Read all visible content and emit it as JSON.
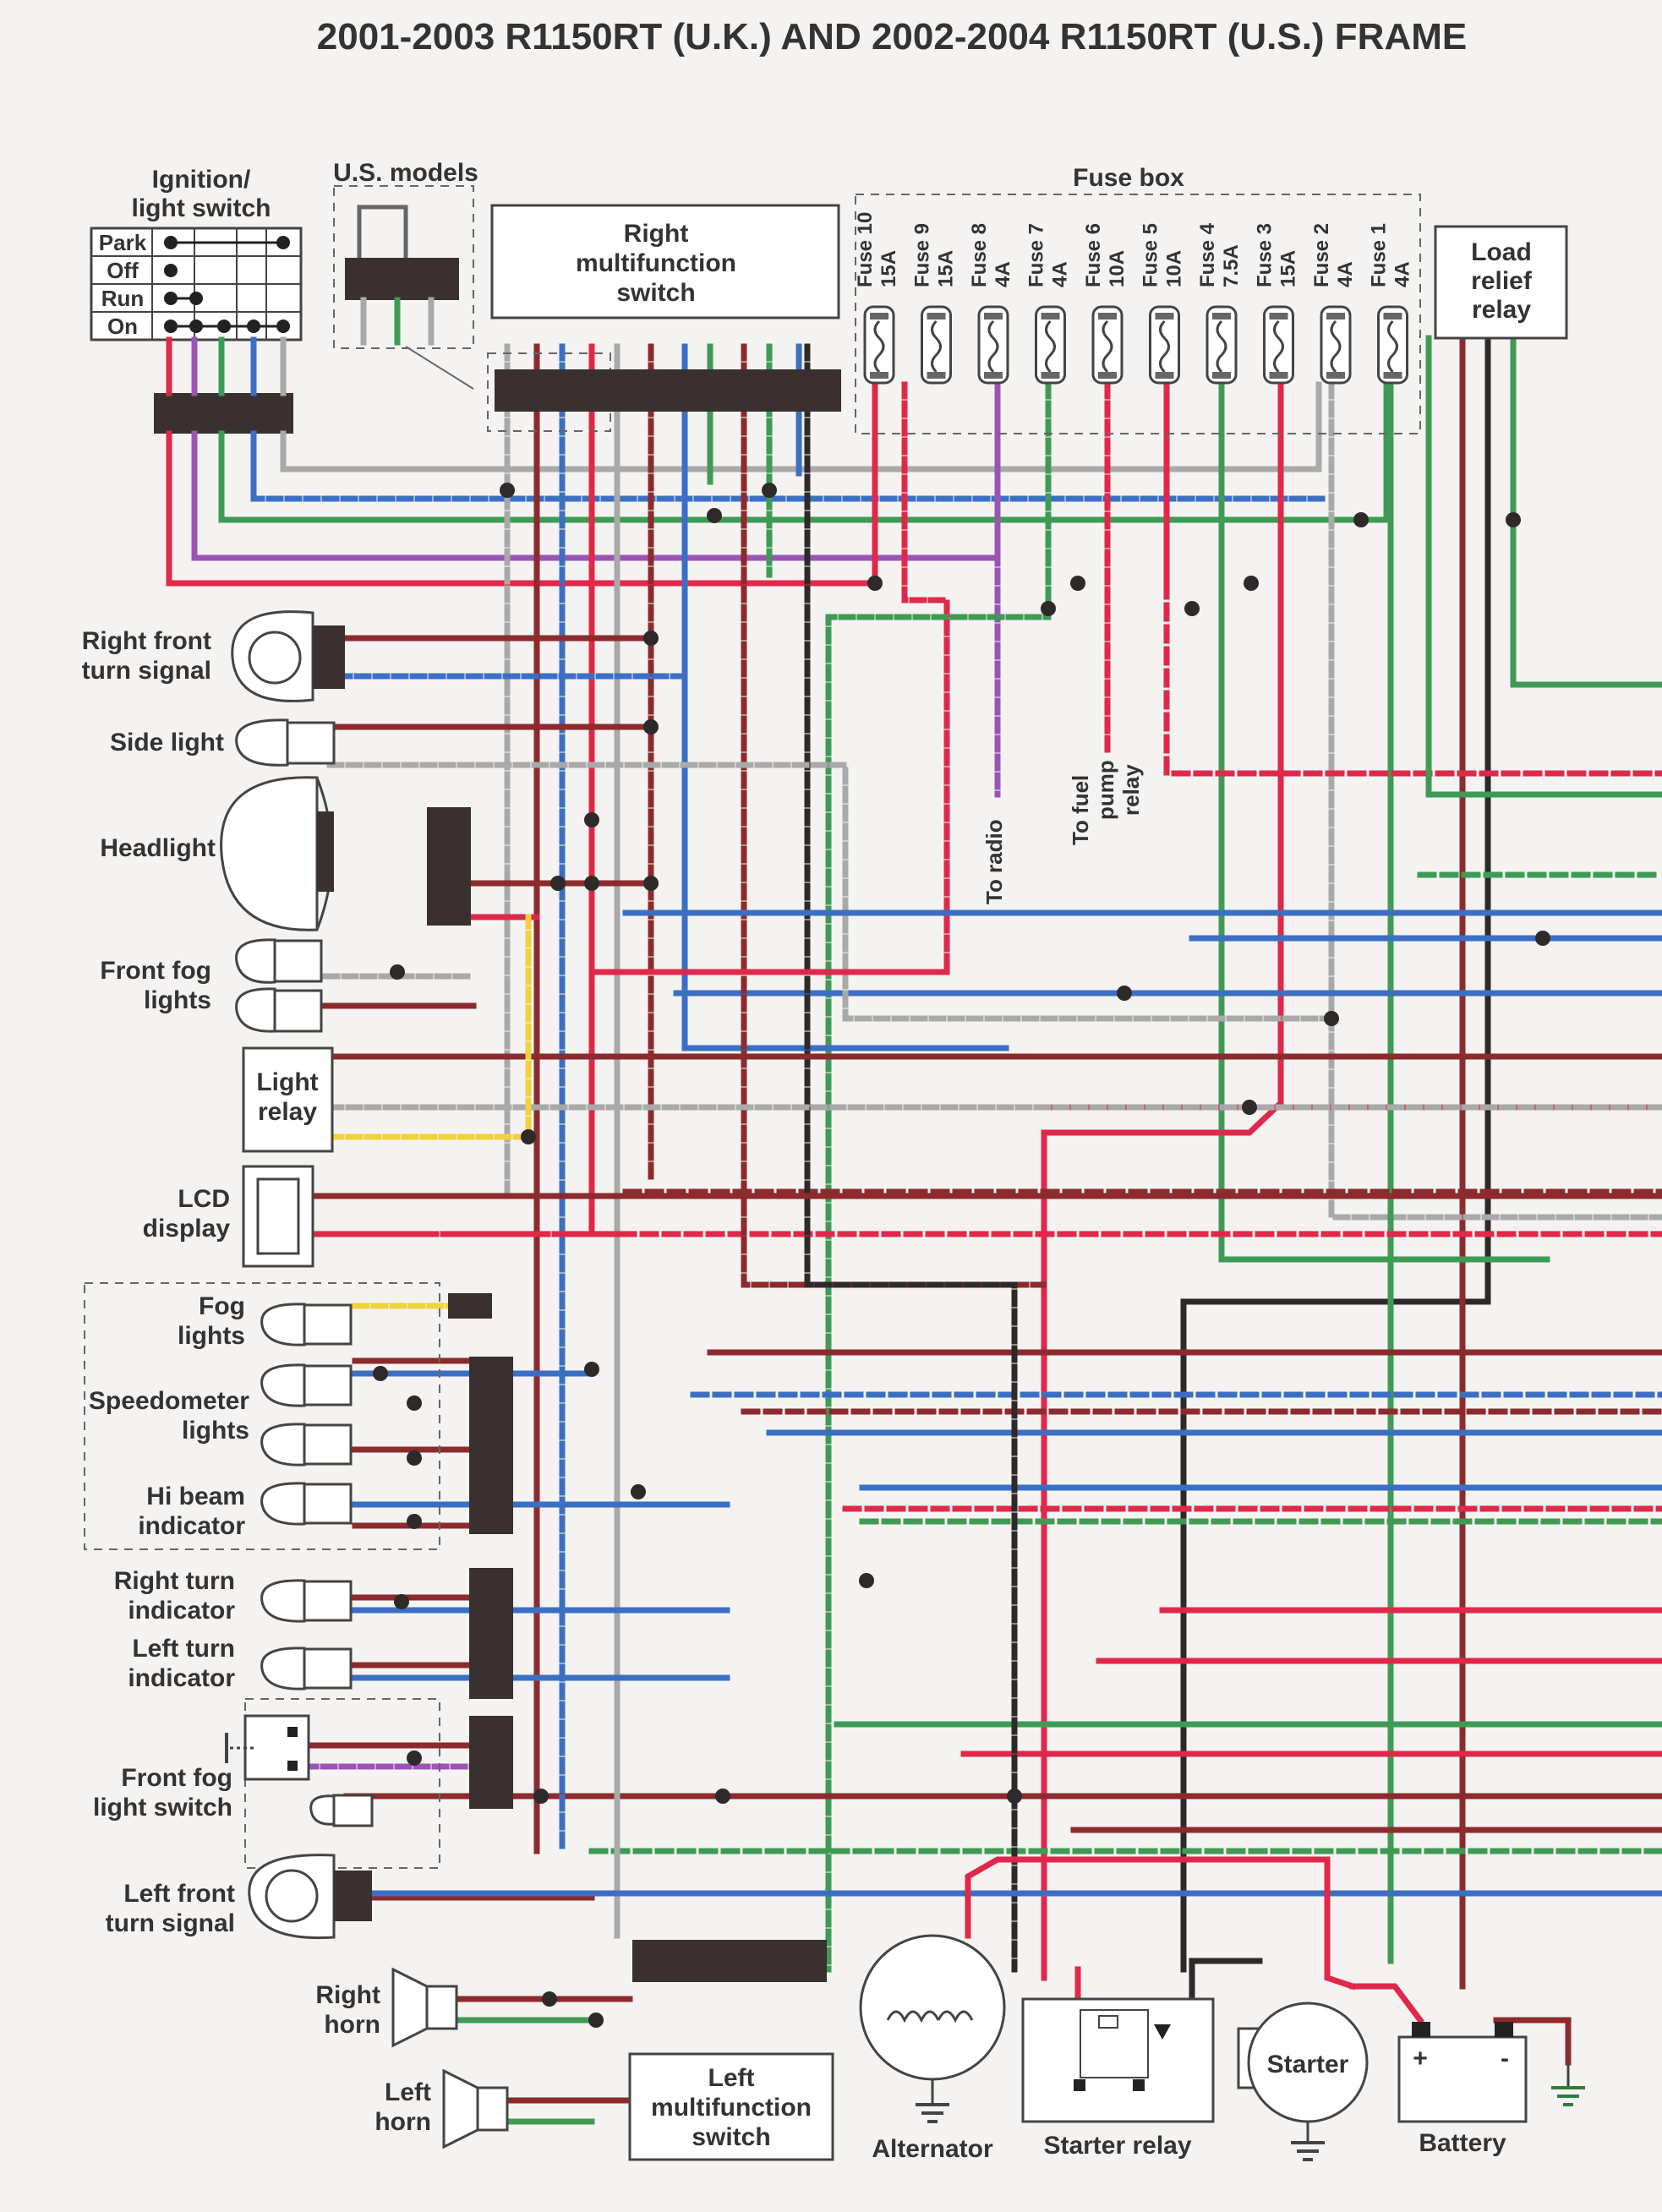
{
  "title": "2001-2003 R1150RT (U.K.) AND 2002-2004 R1150RT (U.S.) FRAME",
  "colors": {
    "red": "#e0284a",
    "brown": "#8c2a2e",
    "blue": "#3b6fc4",
    "green": "#3f9a55",
    "grey": "#a9a9a9",
    "black": "#2e2a2a",
    "purple": "#9a55b4",
    "yellow": "#f2d23a",
    "white": "#ffffff"
  },
  "ignition": {
    "title_line1": "Ignition/",
    "title_line2": "light switch",
    "rows": [
      "Park",
      "Off",
      "Run",
      "On"
    ]
  },
  "us_models": "U.S. models",
  "right_mf_switch": {
    "line1": "Right",
    "line2": "multifunction",
    "line3": "switch"
  },
  "fuse_box": {
    "title": "Fuse box",
    "fuses": [
      {
        "name": "Fuse 10",
        "rating": "15A"
      },
      {
        "name": "Fuse 9",
        "rating": "15A"
      },
      {
        "name": "Fuse 8",
        "rating": "4A"
      },
      {
        "name": "Fuse 7",
        "rating": "4A"
      },
      {
        "name": "Fuse 6",
        "rating": "10A"
      },
      {
        "name": "Fuse 5",
        "rating": "10A"
      },
      {
        "name": "Fuse 4",
        "rating": "7.5A"
      },
      {
        "name": "Fuse 3",
        "rating": "15A"
      },
      {
        "name": "Fuse 2",
        "rating": "4A"
      },
      {
        "name": "Fuse 1",
        "rating": "4A"
      }
    ]
  },
  "load_relief": {
    "line1": "Load",
    "line2": "relief",
    "line3": "relay"
  },
  "to_radio": "To radio",
  "fuel_pump": {
    "line1": "To fuel",
    "line2": "pump",
    "line3": "relay"
  },
  "left_components": {
    "right_front_turn": {
      "line1": "Right front",
      "line2": "turn signal"
    },
    "side_light": "Side light",
    "headlight": "Headlight",
    "front_fog": {
      "line1": "Front fog",
      "line2": "lights"
    },
    "light_relay": {
      "line1": "Light",
      "line2": "relay"
    },
    "lcd": {
      "line1": "LCD",
      "line2": "display"
    },
    "fog_lights": {
      "line1": "Fog",
      "line2": "lights"
    },
    "speedo": {
      "line1": "Speedometer",
      "line2": "lights"
    },
    "hi_beam": {
      "line1": "Hi beam",
      "line2": "indicator"
    },
    "right_turn_ind": {
      "line1": "Right turn",
      "line2": "indicator"
    },
    "left_turn_ind": {
      "line1": "Left turn",
      "line2": "indicator"
    },
    "fog_switch": {
      "line1": "Front fog",
      "line2": "light switch"
    },
    "left_front_turn": {
      "line1": "Left front",
      "line2": "turn signal"
    },
    "right_horn": {
      "line1": "Right",
      "line2": "horn"
    },
    "left_horn": {
      "line1": "Left",
      "line2": "horn"
    }
  },
  "left_mf_switch": {
    "line1": "Left",
    "line2": "multifunction",
    "line3": "switch"
  },
  "bottom": {
    "alternator": "Alternator",
    "starter_relay": "Starter relay",
    "starter": "Starter",
    "battery": "Battery",
    "plus": "+",
    "minus": "-"
  }
}
